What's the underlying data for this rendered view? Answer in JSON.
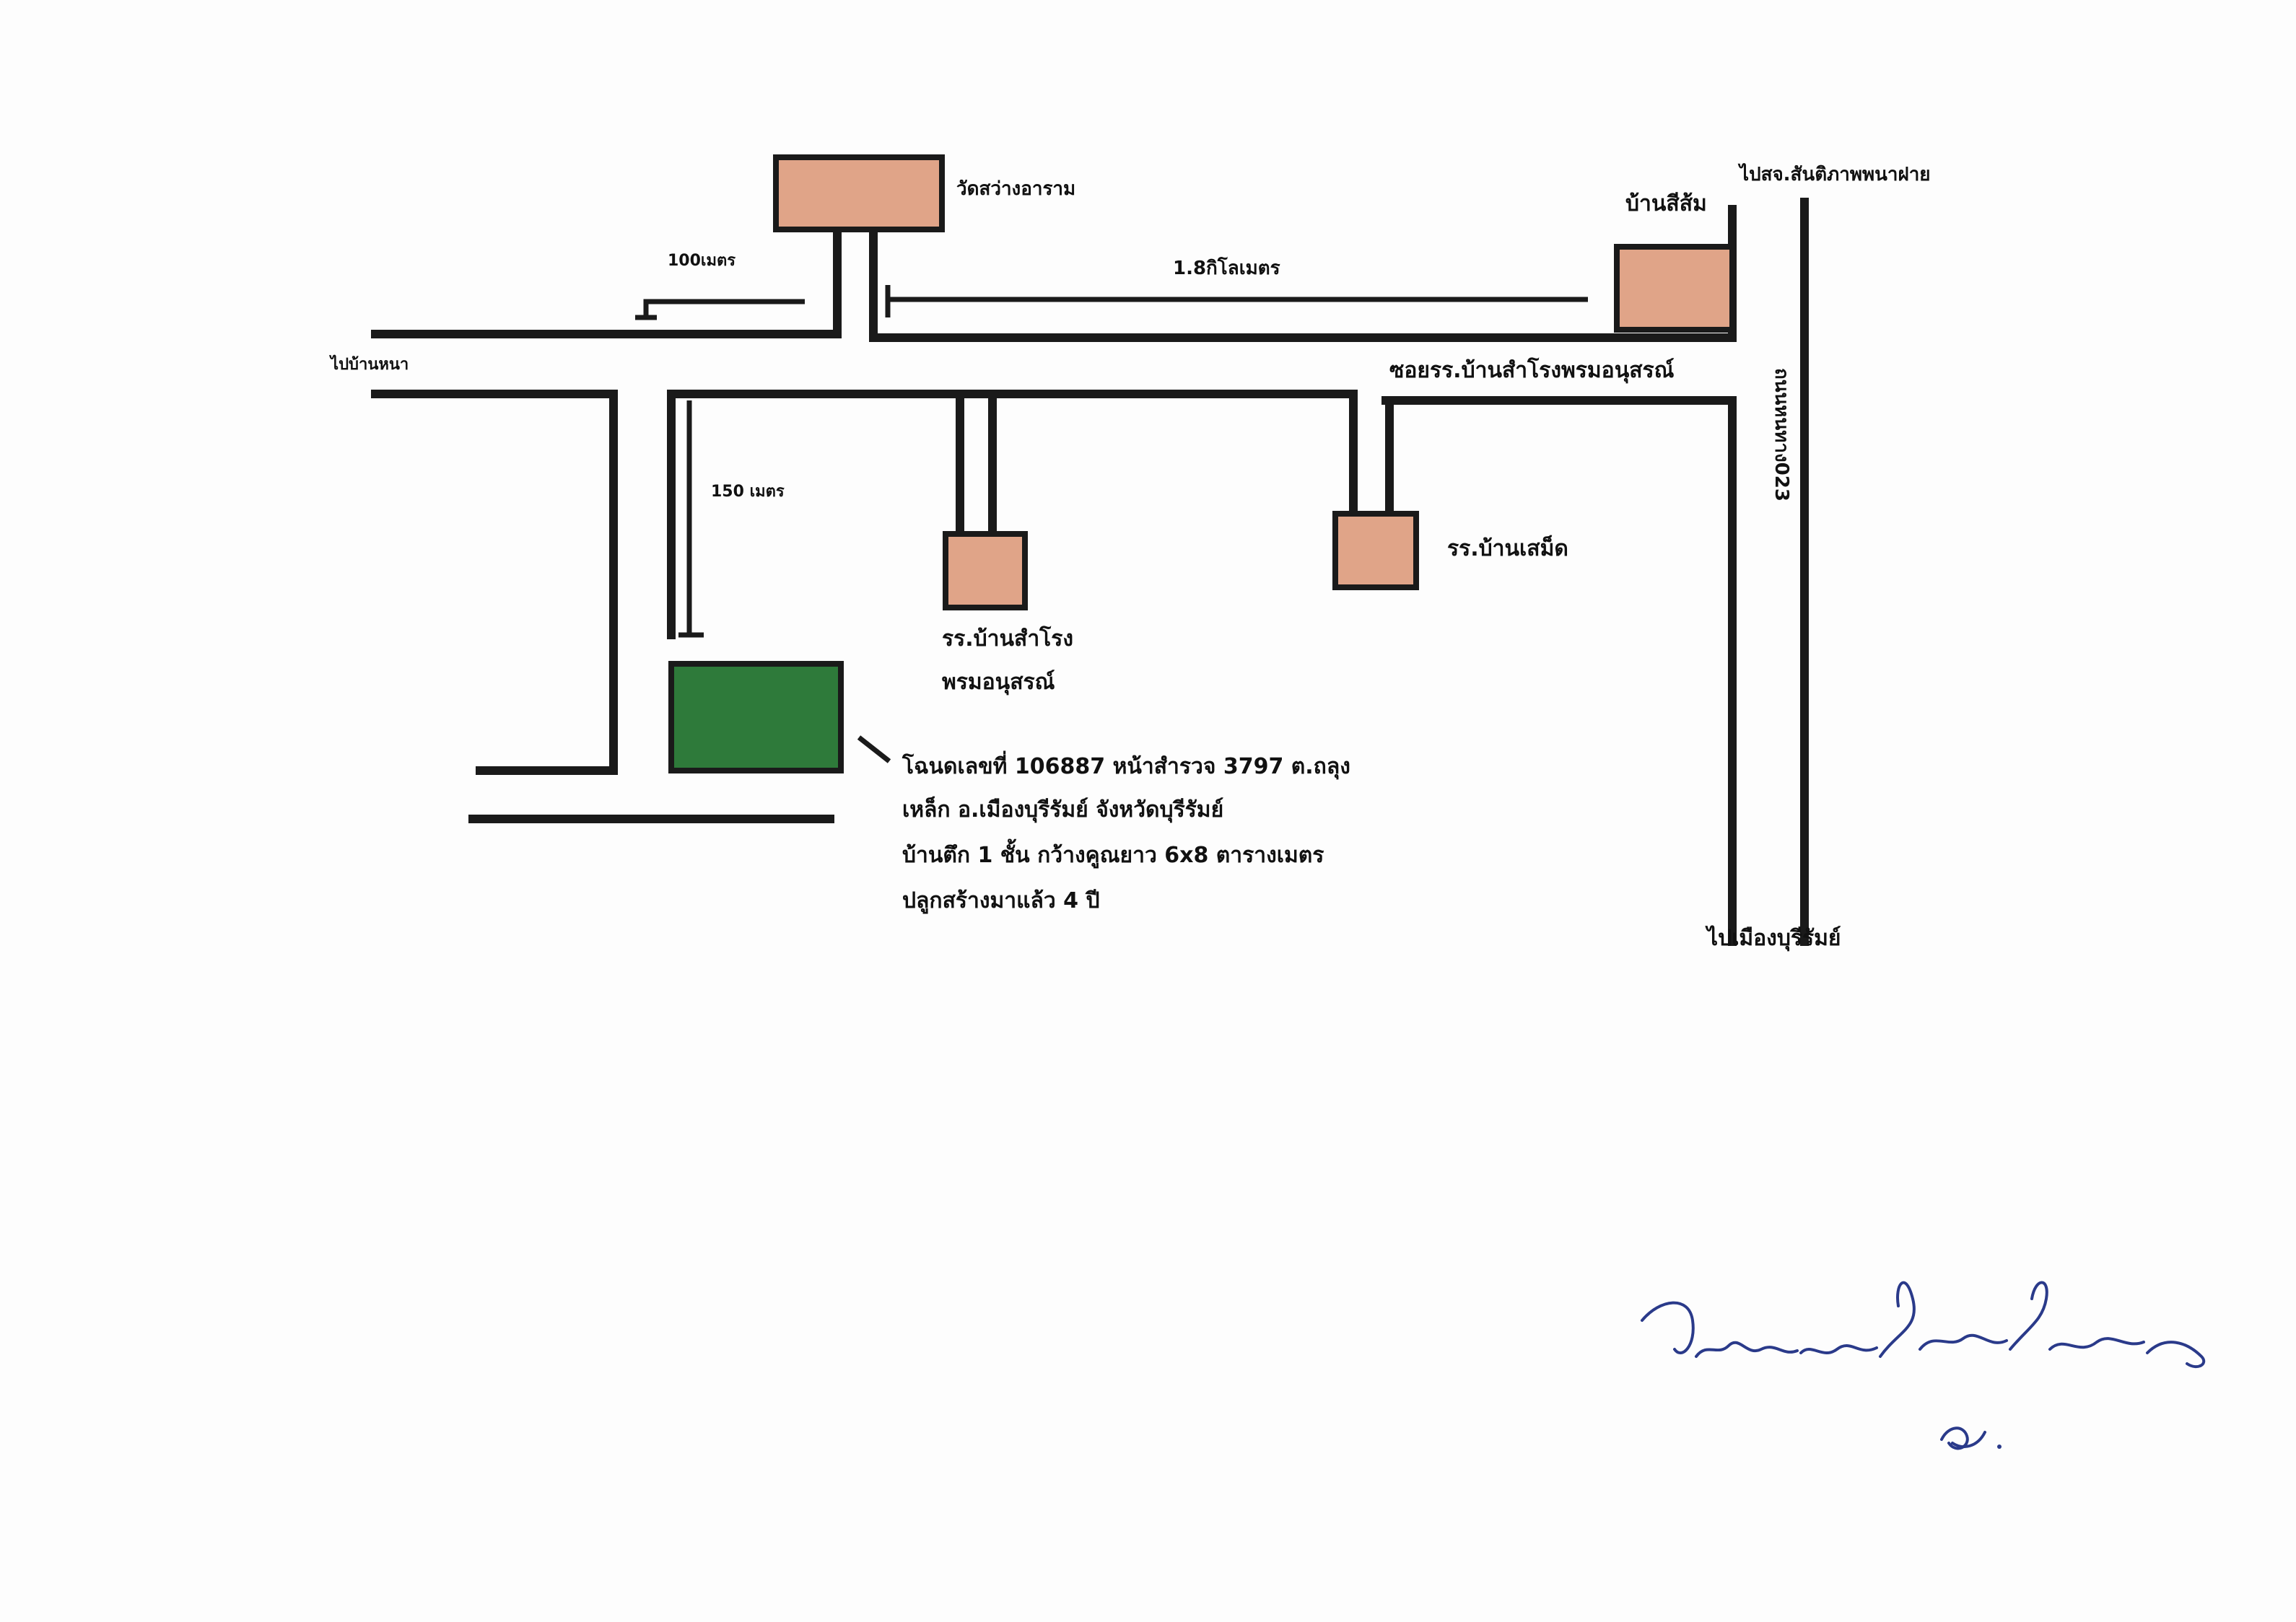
{
  "colors": {
    "road": "#1a1a1a",
    "building": "#e0a488",
    "target_property": "#2e7a3a",
    "signature_ink": "#2a3a8a",
    "background": "#fdfdfd"
  },
  "labels": {
    "temple": "วัดสว่างอาราม",
    "house_sisom": "บ้านสีส้ม",
    "to_sanit_phap": "ไปสจ.สันติภาพพนาฝาย",
    "dist_1km": "1.8กิโลเมตร",
    "dist_100m": "100เมตร",
    "to_left": "ไปบ้านหนา",
    "soi_school": "ซอยรร.บ้านสำโรงพรมอนุสรณ์",
    "road_223": "ถนนหนทาง023",
    "dist_150m": "150 เมตร",
    "school_samrong_1": "รร.บ้านสำโรง",
    "school_samrong_2": "พรมอนุสรณ์",
    "school_semet": "รร.บ้านเสม็ด",
    "to_muang": "ไปเมืองบุรีรัมย์"
  },
  "property_note": {
    "line1": "โฉนดเลขที่ 106887 หน้าสำรวจ 3797 ต.ถลุง",
    "line2": "เหล็ก อ.เมืองบุรีรัมย์ จังหวัดบุรีรัมย์",
    "line3": "บ้านตึก 1 ชั้น กว้างคูณยาว 6x8 ตารางเมตร",
    "line4": "ปลูกสร้างมาแล้ว 4 ปี"
  }
}
